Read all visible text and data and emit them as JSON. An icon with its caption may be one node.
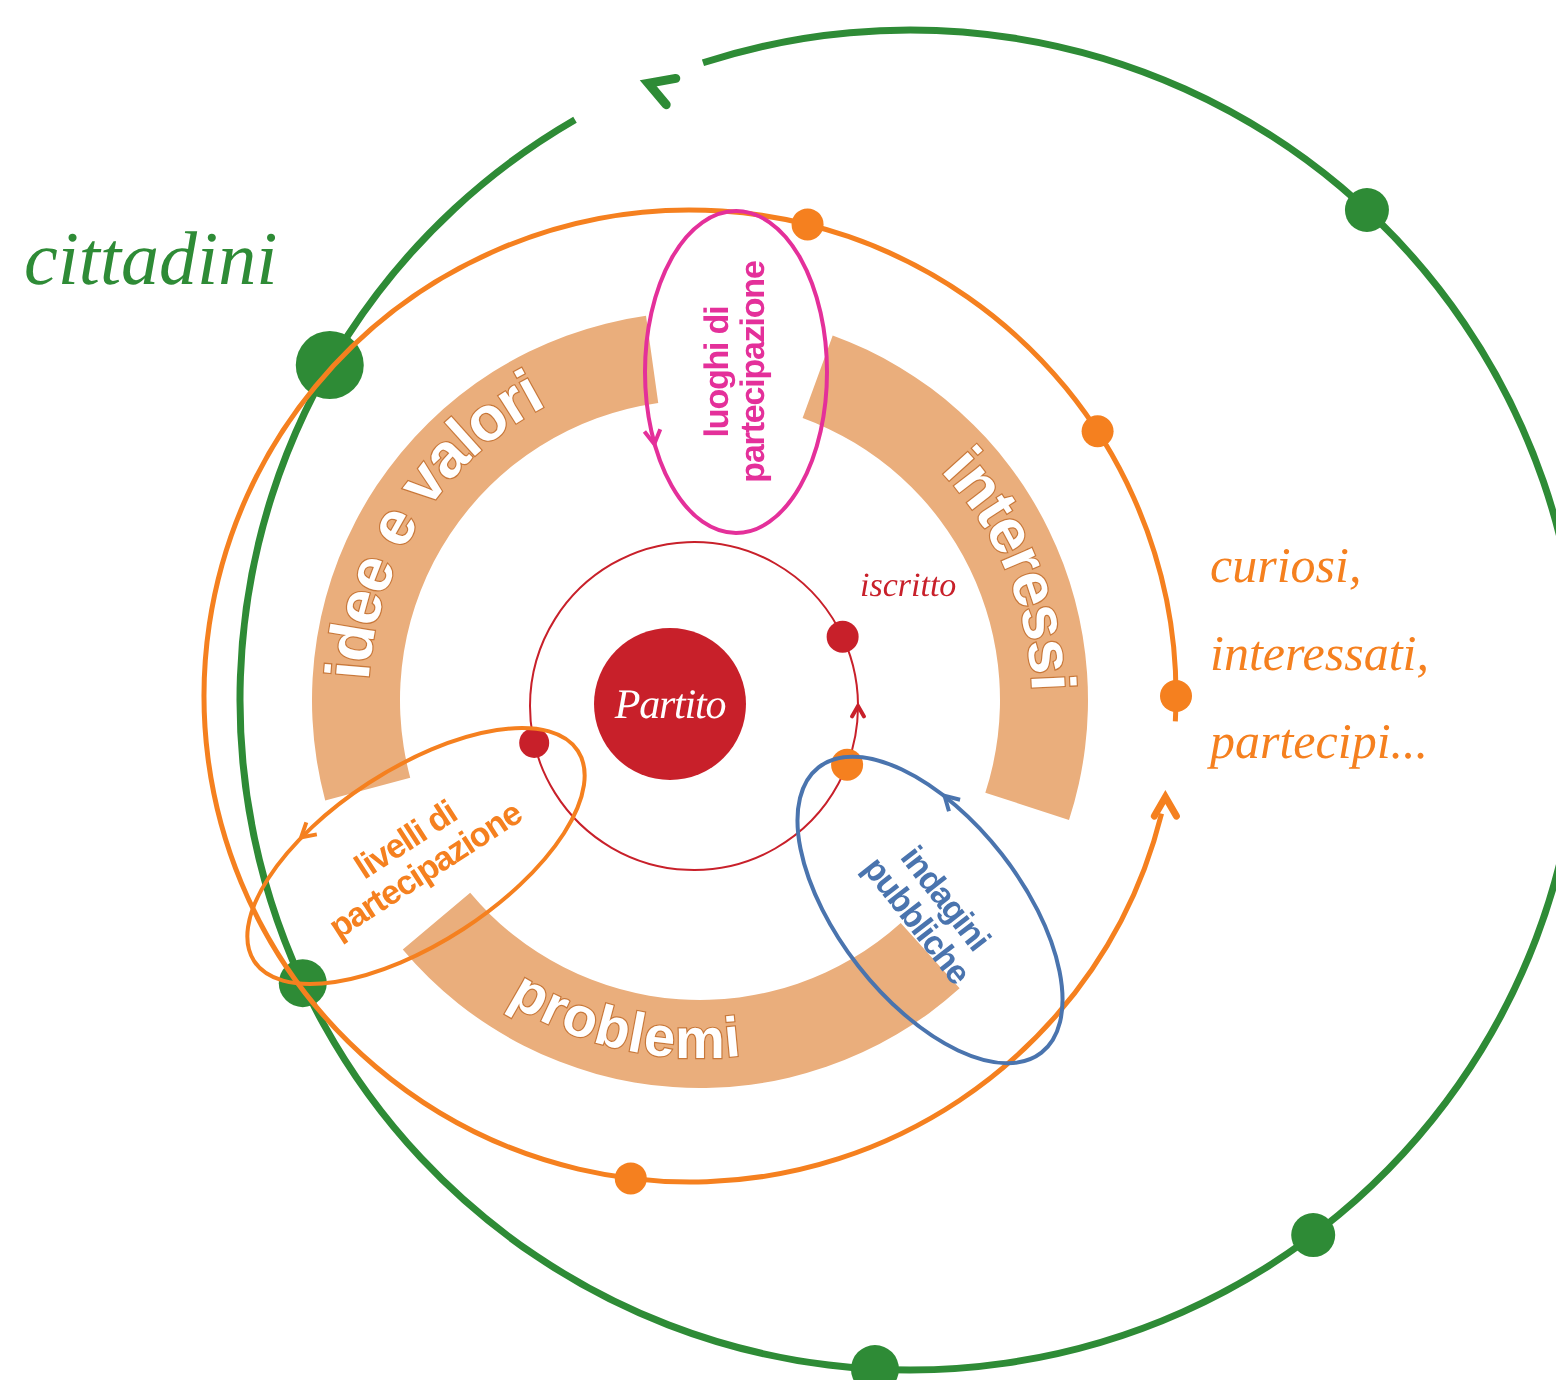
{
  "diagram": {
    "nodes": [
      {
        "text": [
          "Partito"
        ]
      },
      {
        "text": [
          "luoghi di partecipazione"
        ]
      },
      {
        "text": [
          "livelli di partecipazione"
        ]
      },
      {
        "text": [
          "indagini pubbliche"
        ]
      }
    ],
    "labels": [
      "cittadini",
      "idee e valori",
      "interessi",
      "curiosi, interessati, partecipi...",
      "iscritto",
      "problemi"
    ]
  }
}
